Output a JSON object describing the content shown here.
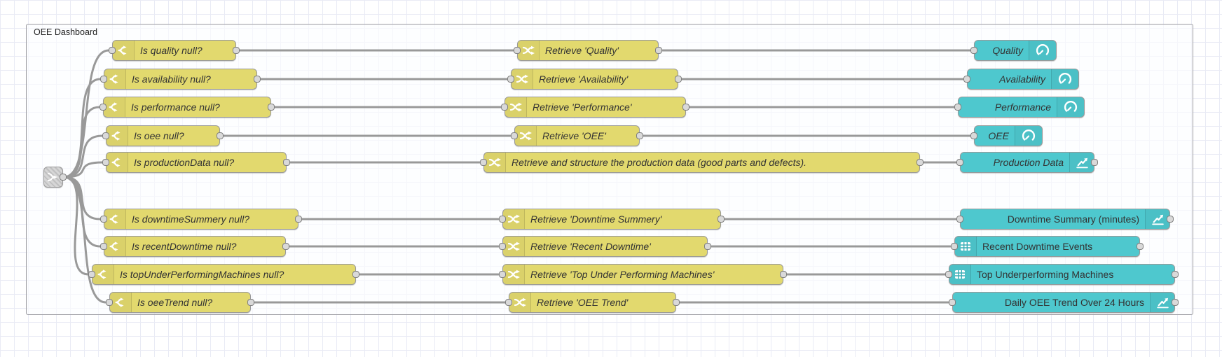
{
  "group": {
    "label": "OEE Dashboard"
  },
  "source_node": {
    "icon": "link-split-icon"
  },
  "rows": [
    {
      "condition": "Is quality null?",
      "retrieve": "Retrieve 'Quality'",
      "output": "Quality",
      "widget_icon": "gauge-icon"
    },
    {
      "condition": "Is availability null?",
      "retrieve": "Retrieve 'Availability'",
      "output": "Availability",
      "widget_icon": "gauge-icon"
    },
    {
      "condition": "Is performance null?",
      "retrieve": "Retrieve 'Performance'",
      "output": "Performance",
      "widget_icon": "gauge-icon"
    },
    {
      "condition": "Is oee null?",
      "retrieve": "Retrieve 'OEE'",
      "output": "OEE",
      "widget_icon": "gauge-icon"
    },
    {
      "condition": "Is productionData null?",
      "retrieve": "Retrieve and structure the production data (good parts and defects).",
      "output": "Production Data",
      "widget_icon": "line-chart-icon"
    },
    {
      "condition": "Is downtimeSummery null?",
      "retrieve": "Retrieve 'Downtime Summery'",
      "output": "Downtime Summary (minutes)",
      "widget_icon": "line-chart-icon"
    },
    {
      "condition": "Is recentDowntime null?",
      "retrieve": "Retrieve 'Recent Downtime'",
      "output": "Recent Downtime Events",
      "widget_icon": "table-icon"
    },
    {
      "condition": "Is topUnderPerformingMachines null?",
      "retrieve": "Retrieve 'Top Under Performing Machines'",
      "output": "Top Underperforming Machines",
      "widget_icon": "table-icon"
    },
    {
      "condition": "Is oeeTrend null?",
      "retrieve": "Retrieve 'OEE Trend'",
      "output": "Daily OEE Trend Over 24 Hours",
      "widget_icon": "line-chart-icon"
    }
  ],
  "colors": {
    "condition_node_fill": "#e2d96e",
    "widget_node_fill": "#4ec8ce",
    "wire": "#999999",
    "port_fill": "#d9d9d9",
    "group_border": "#9a9aa0"
  }
}
